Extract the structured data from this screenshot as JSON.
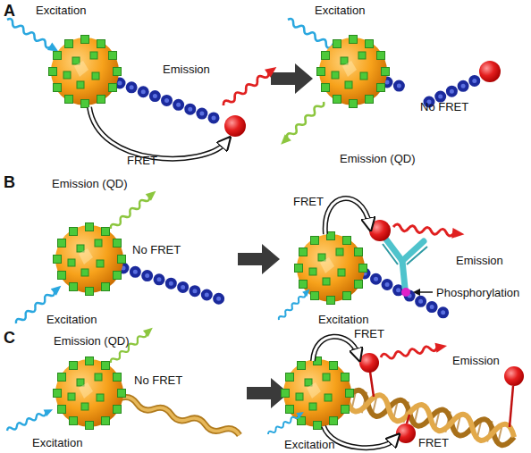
{
  "diagram": {
    "labels": [
      "A",
      "Excitation",
      "Emission",
      "FRET",
      "Excitation",
      "No FRET",
      "Emission (QD)",
      "B",
      "Emission (QD)",
      "No FRET",
      "Excitation",
      "FRET",
      "Emission",
      "Phosphorylation",
      "Excitation",
      "C",
      "Emission (QD)",
      "No FRET",
      "Excitation",
      "FRET",
      "Emission",
      "Excitation",
      "FRET"
    ]
  }
}
